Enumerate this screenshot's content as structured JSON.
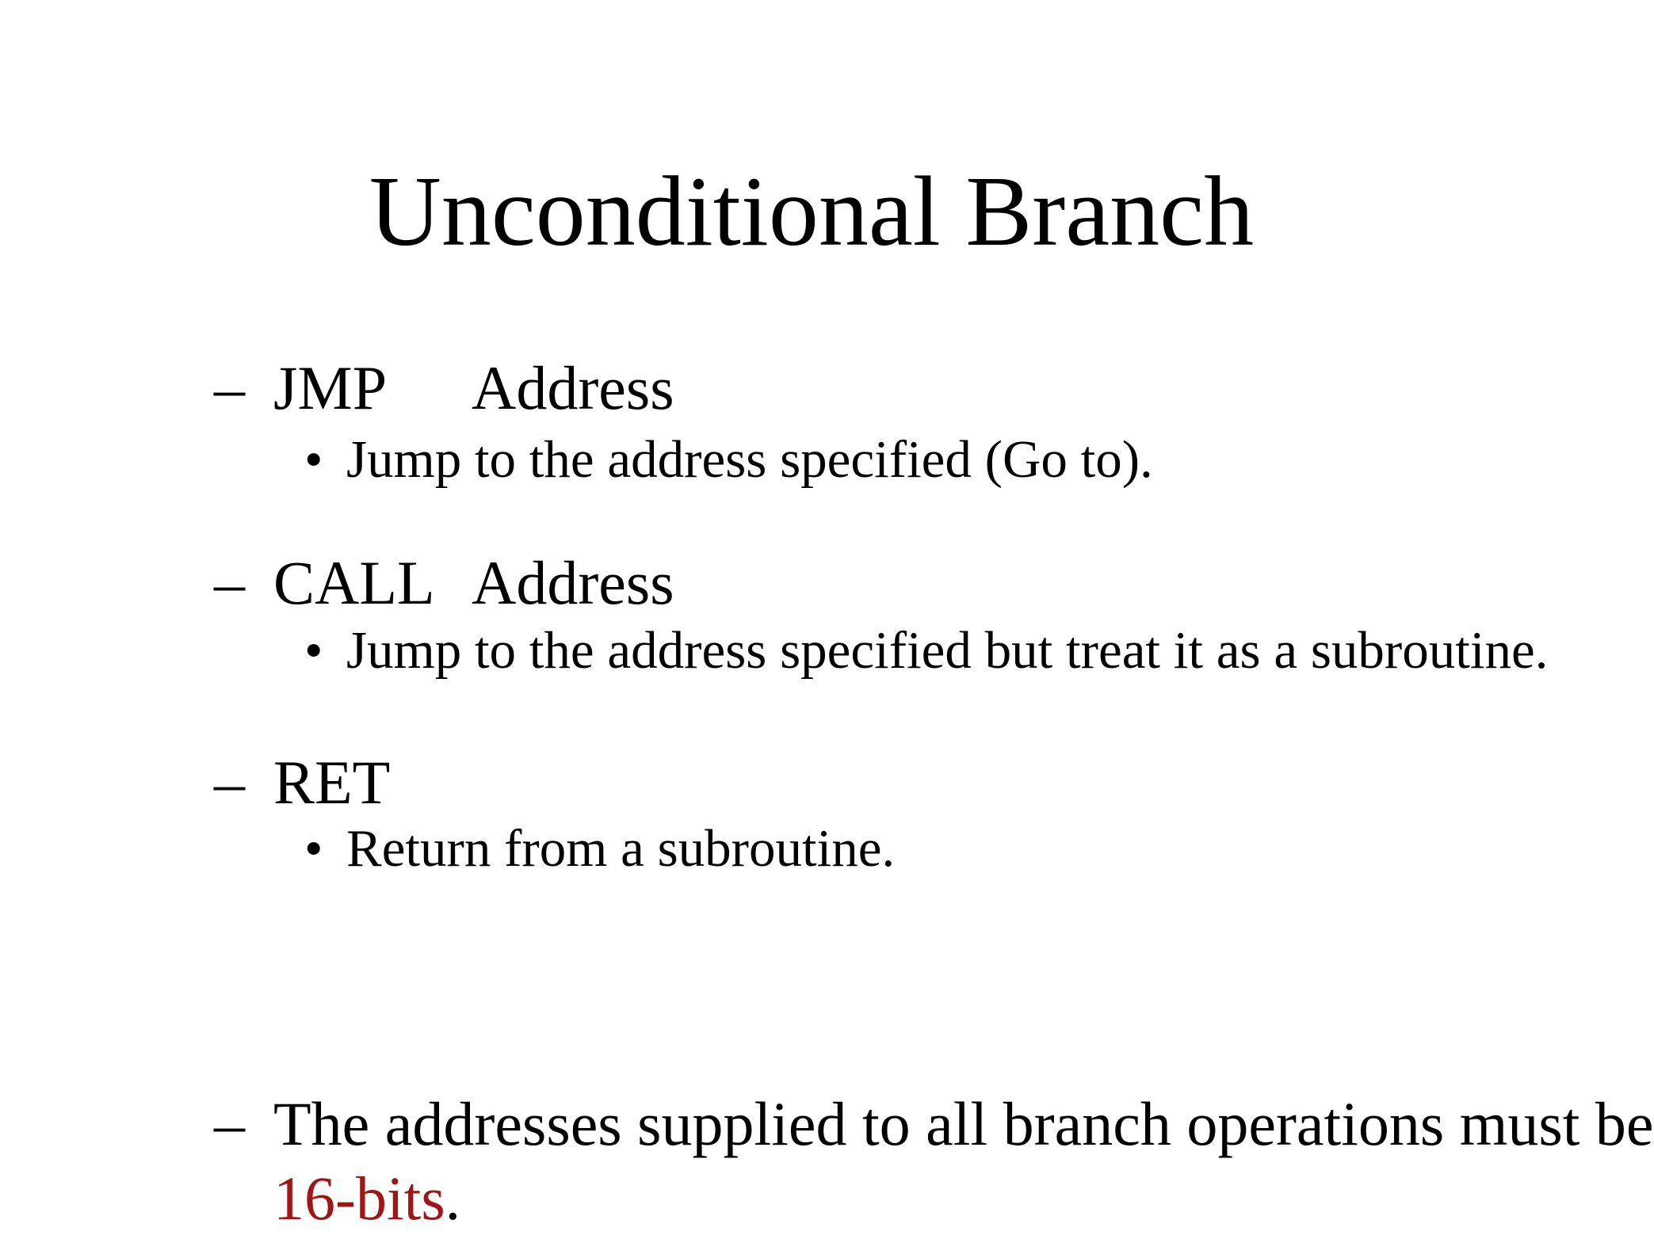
{
  "slide_title": "Unconditional Branch",
  "colors": {
    "text": "#000000",
    "background": "#ffffff",
    "highlight_red": "#9e1717"
  },
  "bullets": [
    {
      "marker": "–",
      "mnemonic": "JMP",
      "operand": "Address",
      "detail_marker": "•",
      "detail": "Jump to the address specified (Go to)."
    },
    {
      "marker": "–",
      "mnemonic": "CALL",
      "operand": "Address",
      "detail_marker": "•",
      "detail": "Jump to the address specified but treat it as a subroutine."
    },
    {
      "marker": "–",
      "mnemonic": "RET",
      "operand": "",
      "detail_marker": "•",
      "detail": "Return from a subroutine."
    },
    {
      "marker": "–",
      "line1": "The addresses supplied to all branch operations must be",
      "highlight": "16-bits",
      "suffix": "."
    }
  ]
}
